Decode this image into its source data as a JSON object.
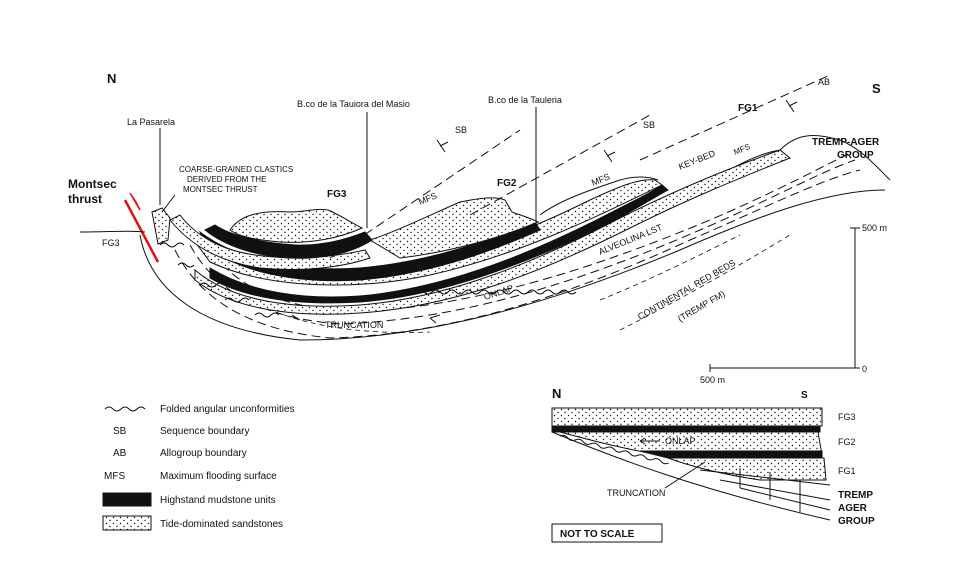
{
  "orientation": {
    "north": "N",
    "south": "S"
  },
  "main_section": {
    "labels": {
      "la_pasarela": "La Pasarela",
      "bco_tauiora": "B.co de la Tauiora del Masio",
      "bco_tauleria": "B.co de la Tauleria",
      "coarse_clastics": [
        "COARSE-GRAINED CLASTICS",
        "DERIVED FROM THE",
        "MONTSEC THRUST"
      ],
      "montsec_thrust": [
        "Montsec",
        "thrust"
      ],
      "fg3_left": "FG3",
      "fg3": "FG3",
      "fg2": "FG2",
      "fg1": "FG1",
      "sb_1": "SB",
      "sb_2": "SB",
      "ab": "AB",
      "mfs_1": "MFS",
      "mfs_2": "MFS",
      "mfs_3": "MFS",
      "key_bed": "KEY-BED",
      "alveolina": "ALVEOLINA LST",
      "continental": "CONTINENTAL RED BEDS",
      "tremp_fm": "(TREMP FM)",
      "onlap": "ONLAP",
      "truncation": "TRUNCATION",
      "tremp_ager": [
        "TREMP-AGER",
        "GROUP"
      ]
    },
    "scale": {
      "vertical_top": "500 m",
      "vertical_bottom": "0",
      "horizontal": "500 m"
    }
  },
  "inset": {
    "north": "N",
    "south": "S",
    "fg3": "FG3",
    "fg2": "FG2",
    "fg1": "FG1",
    "onlap": "ONLAP",
    "truncation": "TRUNCATION",
    "tremp_ager": [
      "TREMP",
      "AGER",
      "GROUP"
    ],
    "not_to_scale": "NOT TO SCALE"
  },
  "legend": [
    {
      "symbol": "wavy-line",
      "key": "",
      "text": "Folded angular unconformities"
    },
    {
      "symbol": "text",
      "key": "SB",
      "text": "Sequence boundary"
    },
    {
      "symbol": "text",
      "key": "AB",
      "text": "Allogroup boundary"
    },
    {
      "symbol": "text",
      "key": "MFS",
      "text": "Maximum flooding surface"
    },
    {
      "symbol": "black-box",
      "key": "",
      "text": "Highstand mudstone units"
    },
    {
      "symbol": "dotted-box",
      "key": "",
      "text": "Tide-dominated sandstones"
    }
  ],
  "colors": {
    "ink": "#111111",
    "thrust": "#e01010",
    "paper": "#ffffff"
  }
}
